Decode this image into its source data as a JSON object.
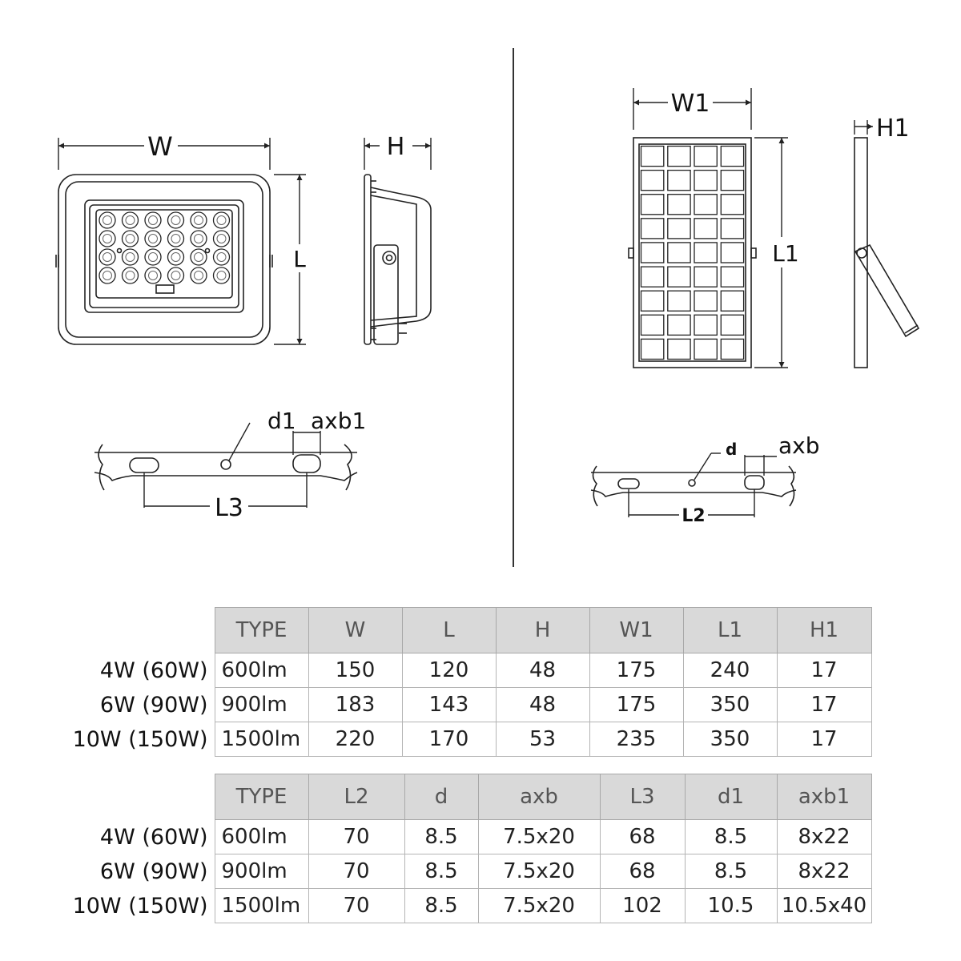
{
  "diagram": {
    "labels": {
      "W": "W",
      "L": "L",
      "H": "H",
      "W1": "W1",
      "L1": "L1",
      "H1": "H1",
      "d1": "d1",
      "axb1": "axb1",
      "L3": "L3",
      "d": "d",
      "axb": "axb",
      "L2": "L2"
    }
  },
  "table1": {
    "headers": [
      "TYPE",
      "W",
      "L",
      "H",
      "W1",
      "L1",
      "H1"
    ],
    "rows": [
      {
        "model": "4W (60W)",
        "cells": [
          "600lm",
          "150",
          "120",
          "48",
          "175",
          "240",
          "17"
        ]
      },
      {
        "model": "6W (90W)",
        "cells": [
          "900lm",
          "183",
          "143",
          "48",
          "175",
          "350",
          "17"
        ]
      },
      {
        "model": "10W (150W)",
        "cells": [
          "1500lm",
          "220",
          "170",
          "53",
          "235",
          "350",
          "17"
        ]
      }
    ]
  },
  "table2": {
    "headers": [
      "TYPE",
      "L2",
      "d",
      "axb",
      "L3",
      "d1",
      "axb1"
    ],
    "rows": [
      {
        "model": "4W (60W)",
        "cells": [
          "600lm",
          "70",
          "8.5",
          "7.5x20",
          "68",
          "8.5",
          "8x22"
        ]
      },
      {
        "model": "6W (90W)",
        "cells": [
          "900lm",
          "70",
          "8.5",
          "7.5x20",
          "68",
          "8.5",
          "8x22"
        ]
      },
      {
        "model": "10W (150W)",
        "cells": [
          "1500lm",
          "70",
          "8.5",
          "7.5x20",
          "102",
          "10.5",
          "10.5x40"
        ]
      }
    ]
  },
  "colors": {
    "line": "#222222",
    "header_bg": "#d9d9d9",
    "table_border": "#b4b4b4"
  }
}
